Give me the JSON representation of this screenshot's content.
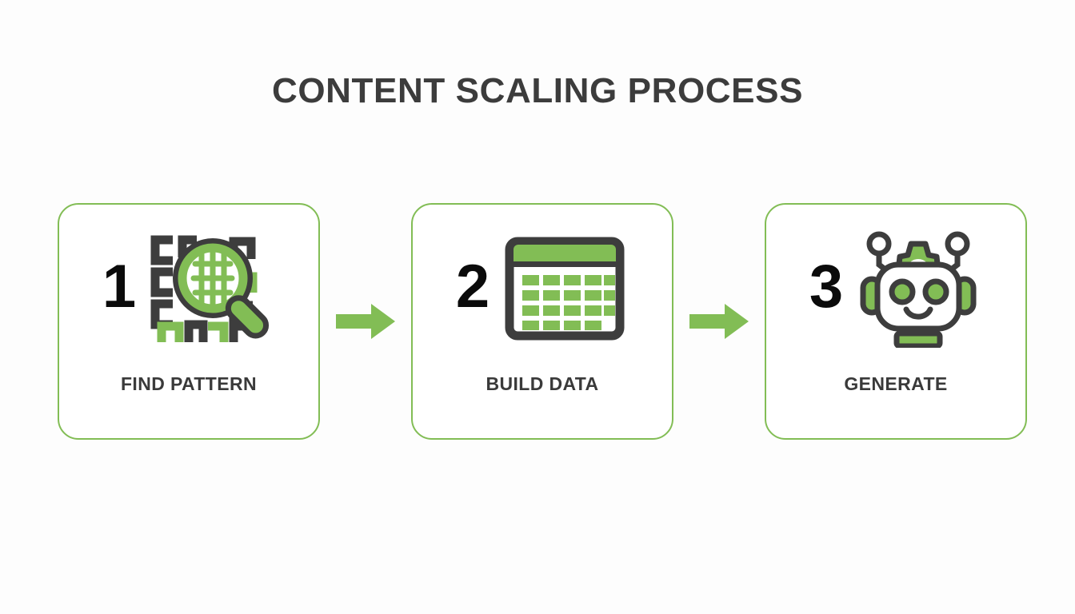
{
  "page": {
    "title": "CONTENT SCALING PROCESS",
    "background_color": "#fdfdfd",
    "accent_green": "#82bd55",
    "icon_dark": "#3d3d3d",
    "title_color": "#3c3c3c",
    "number_color": "#0b0b0b"
  },
  "flow": {
    "steps": [
      {
        "number": "1",
        "label": "FIND PATTERN",
        "icon": "magnifier-pattern-icon"
      },
      {
        "number": "2",
        "label": "BUILD DATA",
        "icon": "data-table-icon"
      },
      {
        "number": "3",
        "label": "GENERATE",
        "icon": "robot-icon"
      }
    ],
    "connectors": [
      {
        "icon": "arrow-right-icon"
      },
      {
        "icon": "arrow-right-icon"
      }
    ]
  }
}
